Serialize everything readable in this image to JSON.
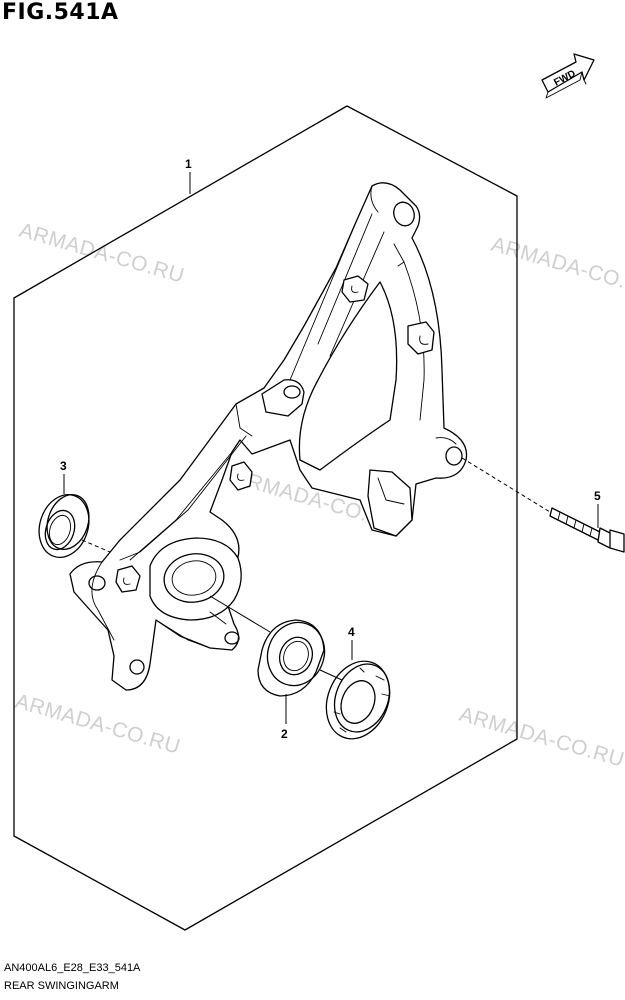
{
  "figure_title": "FIG.541A",
  "fwd_label": "FWD",
  "watermark": "ARMADA-CO.RU",
  "callouts": {
    "part1": "1",
    "part2": "2",
    "part3": "3",
    "part4": "4",
    "part5": "5"
  },
  "footer": {
    "code": "AN400AL6_E28_E33_541A",
    "name": "REAR SWINGINGARM"
  }
}
